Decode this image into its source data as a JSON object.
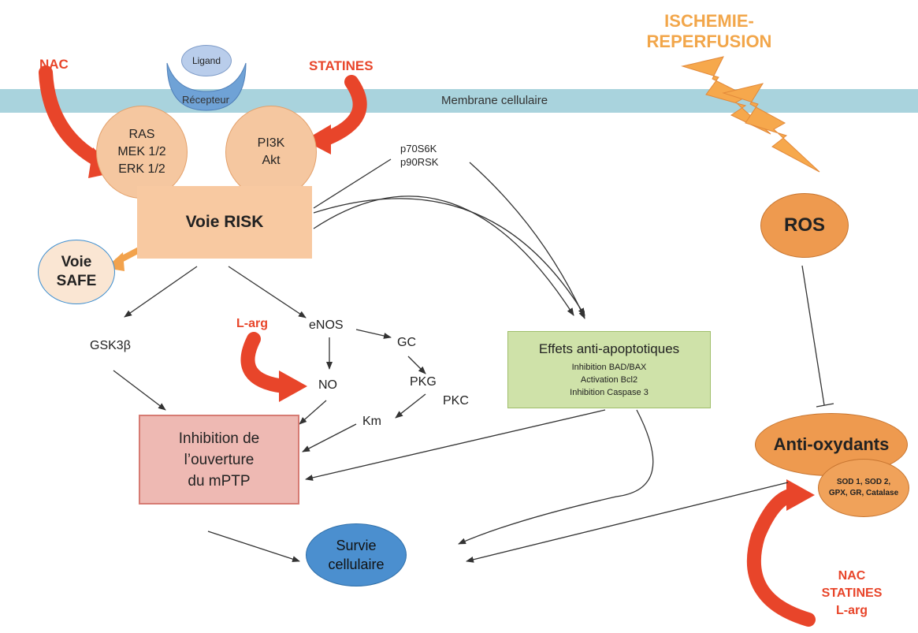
{
  "membrane_label": "Membrane cellulaire",
  "ligand": "Ligand",
  "recepteur": "Récepteur",
  "ras_circle": [
    "RAS",
    "MEK 1/2",
    "ERK 1/2"
  ],
  "pi3k_circle": [
    "PI3K",
    "Akt"
  ],
  "voie_risk": "Voie RISK",
  "voie_safe": [
    "Voie",
    "SAFE"
  ],
  "kinases": [
    "p70S6K",
    "p90RSK"
  ],
  "gsk": "GSK3β",
  "enos": "eNOS",
  "no": "NO",
  "gc": "GC",
  "pkg": "PKG",
  "pkc": "PKC",
  "km": "Km",
  "mptp": [
    "Inhibition de",
    "l’ouverture",
    "du mPTP"
  ],
  "effets": {
    "title": "Effets anti-apoptotiques",
    "lines": [
      "Inhibition BAD/BAX",
      "Activation Bcl2",
      "Inhibition Caspase 3"
    ]
  },
  "survie": [
    "Survie",
    "cellulaire"
  ],
  "ros": "ROS",
  "antioxydants": "Anti-oxydants",
  "enzymes": [
    "SOD 1, SOD 2,",
    "GPX, GR, Catalase"
  ],
  "ischemie": [
    "ISCHEMIE-",
    "REPERFUSION"
  ],
  "nac": "NAC",
  "statines": "STATINES",
  "larg": "L-arg",
  "bottom_drugs": [
    "NAC",
    "STATINES",
    "L-arg"
  ],
  "colors": {
    "membrane": "#a9d3dd",
    "risk_box": "#f8c9a1",
    "mptp_box": "#eeb9b3",
    "effets_box": "#cfe2a9",
    "survie": "#4b8fcf",
    "ros": "#ee9a4f",
    "red_arrow": "#e8452a",
    "lightning": "#f6a84c"
  }
}
